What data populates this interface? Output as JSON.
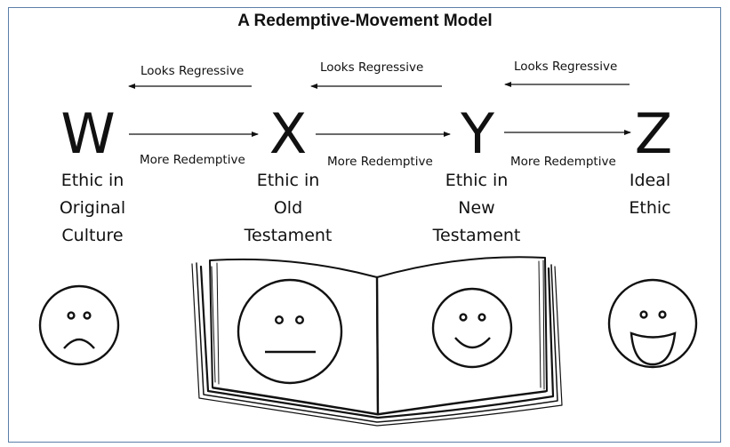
{
  "diagram": {
    "title": "A Redemptive-Movement Model",
    "regressive_labels": [
      "Looks Regressive",
      "Looks Regressive",
      "Looks Regressive"
    ],
    "redemptive_labels": [
      "More Redemptive",
      "More Redemptive",
      "More Redemptive"
    ],
    "stages": [
      {
        "letter": "W",
        "caption": [
          "Ethic in",
          "Original",
          "Culture"
        ],
        "face": "sad-face-icon"
      },
      {
        "letter": "X",
        "caption": [
          "Ethic in",
          "Old",
          "Testament"
        ],
        "face": "neutral-face-icon"
      },
      {
        "letter": "Y",
        "caption": [
          "Ethic in",
          "New",
          "Testament"
        ],
        "face": "smiling-face-icon"
      },
      {
        "letter": "Z",
        "caption": [
          "Ideal",
          "Ethic"
        ],
        "face": "happy-face-icon"
      }
    ]
  }
}
